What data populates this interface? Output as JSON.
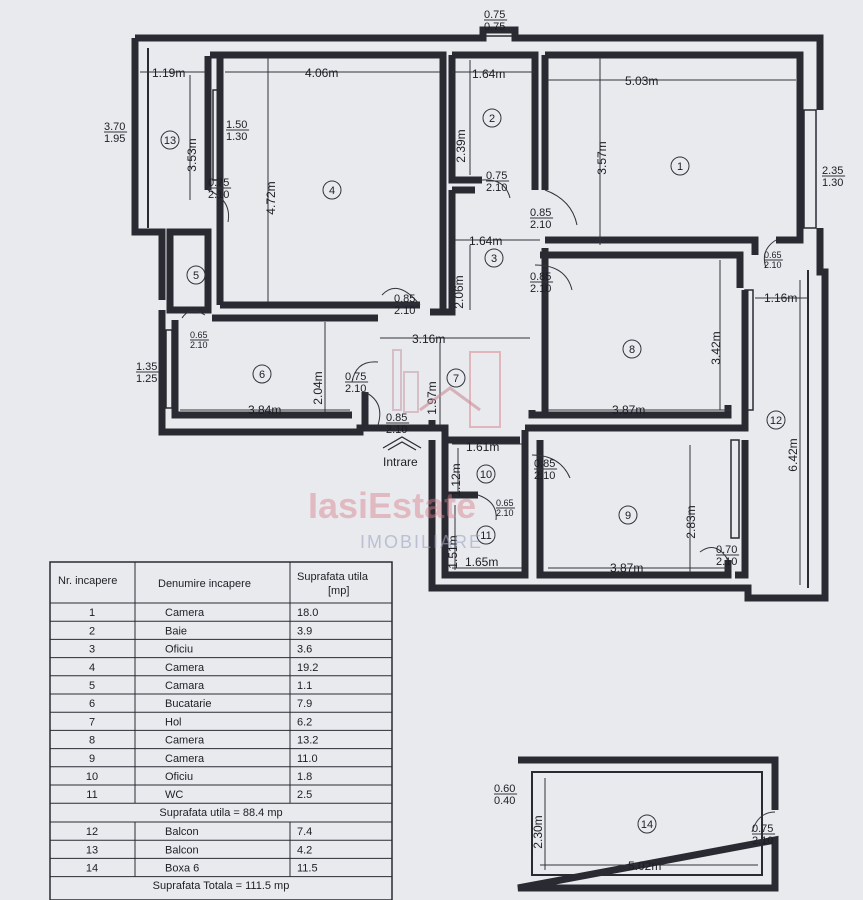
{
  "plan": {
    "room_numbers": [
      "1",
      "2",
      "3",
      "4",
      "5",
      "6",
      "7",
      "8",
      "9",
      "10",
      "11",
      "12",
      "13",
      "14"
    ],
    "dimensions": [
      "1.19m",
      "4.06m",
      "1.64m",
      "5.03m",
      "3.53m",
      "4.72m",
      "2.39m",
      "3.57m",
      "1.64m",
      "2.06m",
      "2.04m",
      "3.84m",
      "3.16m",
      "1.97m",
      "3.42m",
      "3.87m",
      "1.16m",
      "6.42m",
      "1.61m",
      "1.12m",
      "2.83m",
      "1.51m",
      "1.65m",
      "3.87m",
      "2.30m",
      "5.02m"
    ],
    "openings": [
      {
        "top": "0.75",
        "bottom": "0.75"
      },
      {
        "top": "3.70",
        "bottom": "1.95"
      },
      {
        "top": "1.50",
        "bottom": "1.30"
      },
      {
        "top": "0.75",
        "bottom": "2.10"
      },
      {
        "top": "0.75",
        "bottom": "2.10"
      },
      {
        "top": "0.85",
        "bottom": "2.10"
      },
      {
        "top": "0.85",
        "bottom": "2.10"
      },
      {
        "top": "2.35",
        "bottom": "1.30"
      },
      {
        "top": "0.65",
        "bottom": "2.10"
      },
      {
        "top": "0.85",
        "bottom": "2.10"
      },
      {
        "top": "0.65",
        "bottom": "2.10"
      },
      {
        "top": "1.35",
        "bottom": "1.25"
      },
      {
        "top": "0.75",
        "bottom": "2.10"
      },
      {
        "top": "0.85",
        "bottom": "2.10"
      },
      {
        "top": "0.85",
        "bottom": "2.10"
      },
      {
        "top": "0.65",
        "bottom": "2.10"
      },
      {
        "top": "0.70",
        "bottom": "2.10"
      },
      {
        "top": "0.60",
        "bottom": "0.40"
      },
      {
        "top": "0.75",
        "bottom": "2.10"
      }
    ],
    "entrance_label": "Intrare",
    "watermark": {
      "brand": "IasiEstate",
      "sub": "IMOBILIARE"
    }
  },
  "table": {
    "headers": [
      "Nr. incapere",
      "Denumire incapere",
      "Suprafata utila",
      "[mp]"
    ],
    "rows": [
      [
        "1",
        "Camera",
        "18.0"
      ],
      [
        "2",
        "Baie",
        "3.9"
      ],
      [
        "3",
        "Oficiu",
        "3.6"
      ],
      [
        "4",
        "Camera",
        "19.2"
      ],
      [
        "5",
        "Camara",
        "1.1"
      ],
      [
        "6",
        "Bucatarie",
        "7.9"
      ],
      [
        "7",
        "Hol",
        "6.2"
      ],
      [
        "8",
        "Camera",
        "13.2"
      ],
      [
        "9",
        "Camera",
        "11.0"
      ],
      [
        "10",
        "Oficiu",
        "1.8"
      ],
      [
        "11",
        "WC",
        "2.5"
      ]
    ],
    "subtotal": "Suprafata utila = 88.4 mp",
    "rows2": [
      [
        "12",
        "Balcon",
        "7.4"
      ],
      [
        "13",
        "Balcon",
        "4.2"
      ],
      [
        "14",
        "Boxa 6",
        "11.5"
      ]
    ],
    "total": "Suprafata Totala = 111.5 mp"
  }
}
